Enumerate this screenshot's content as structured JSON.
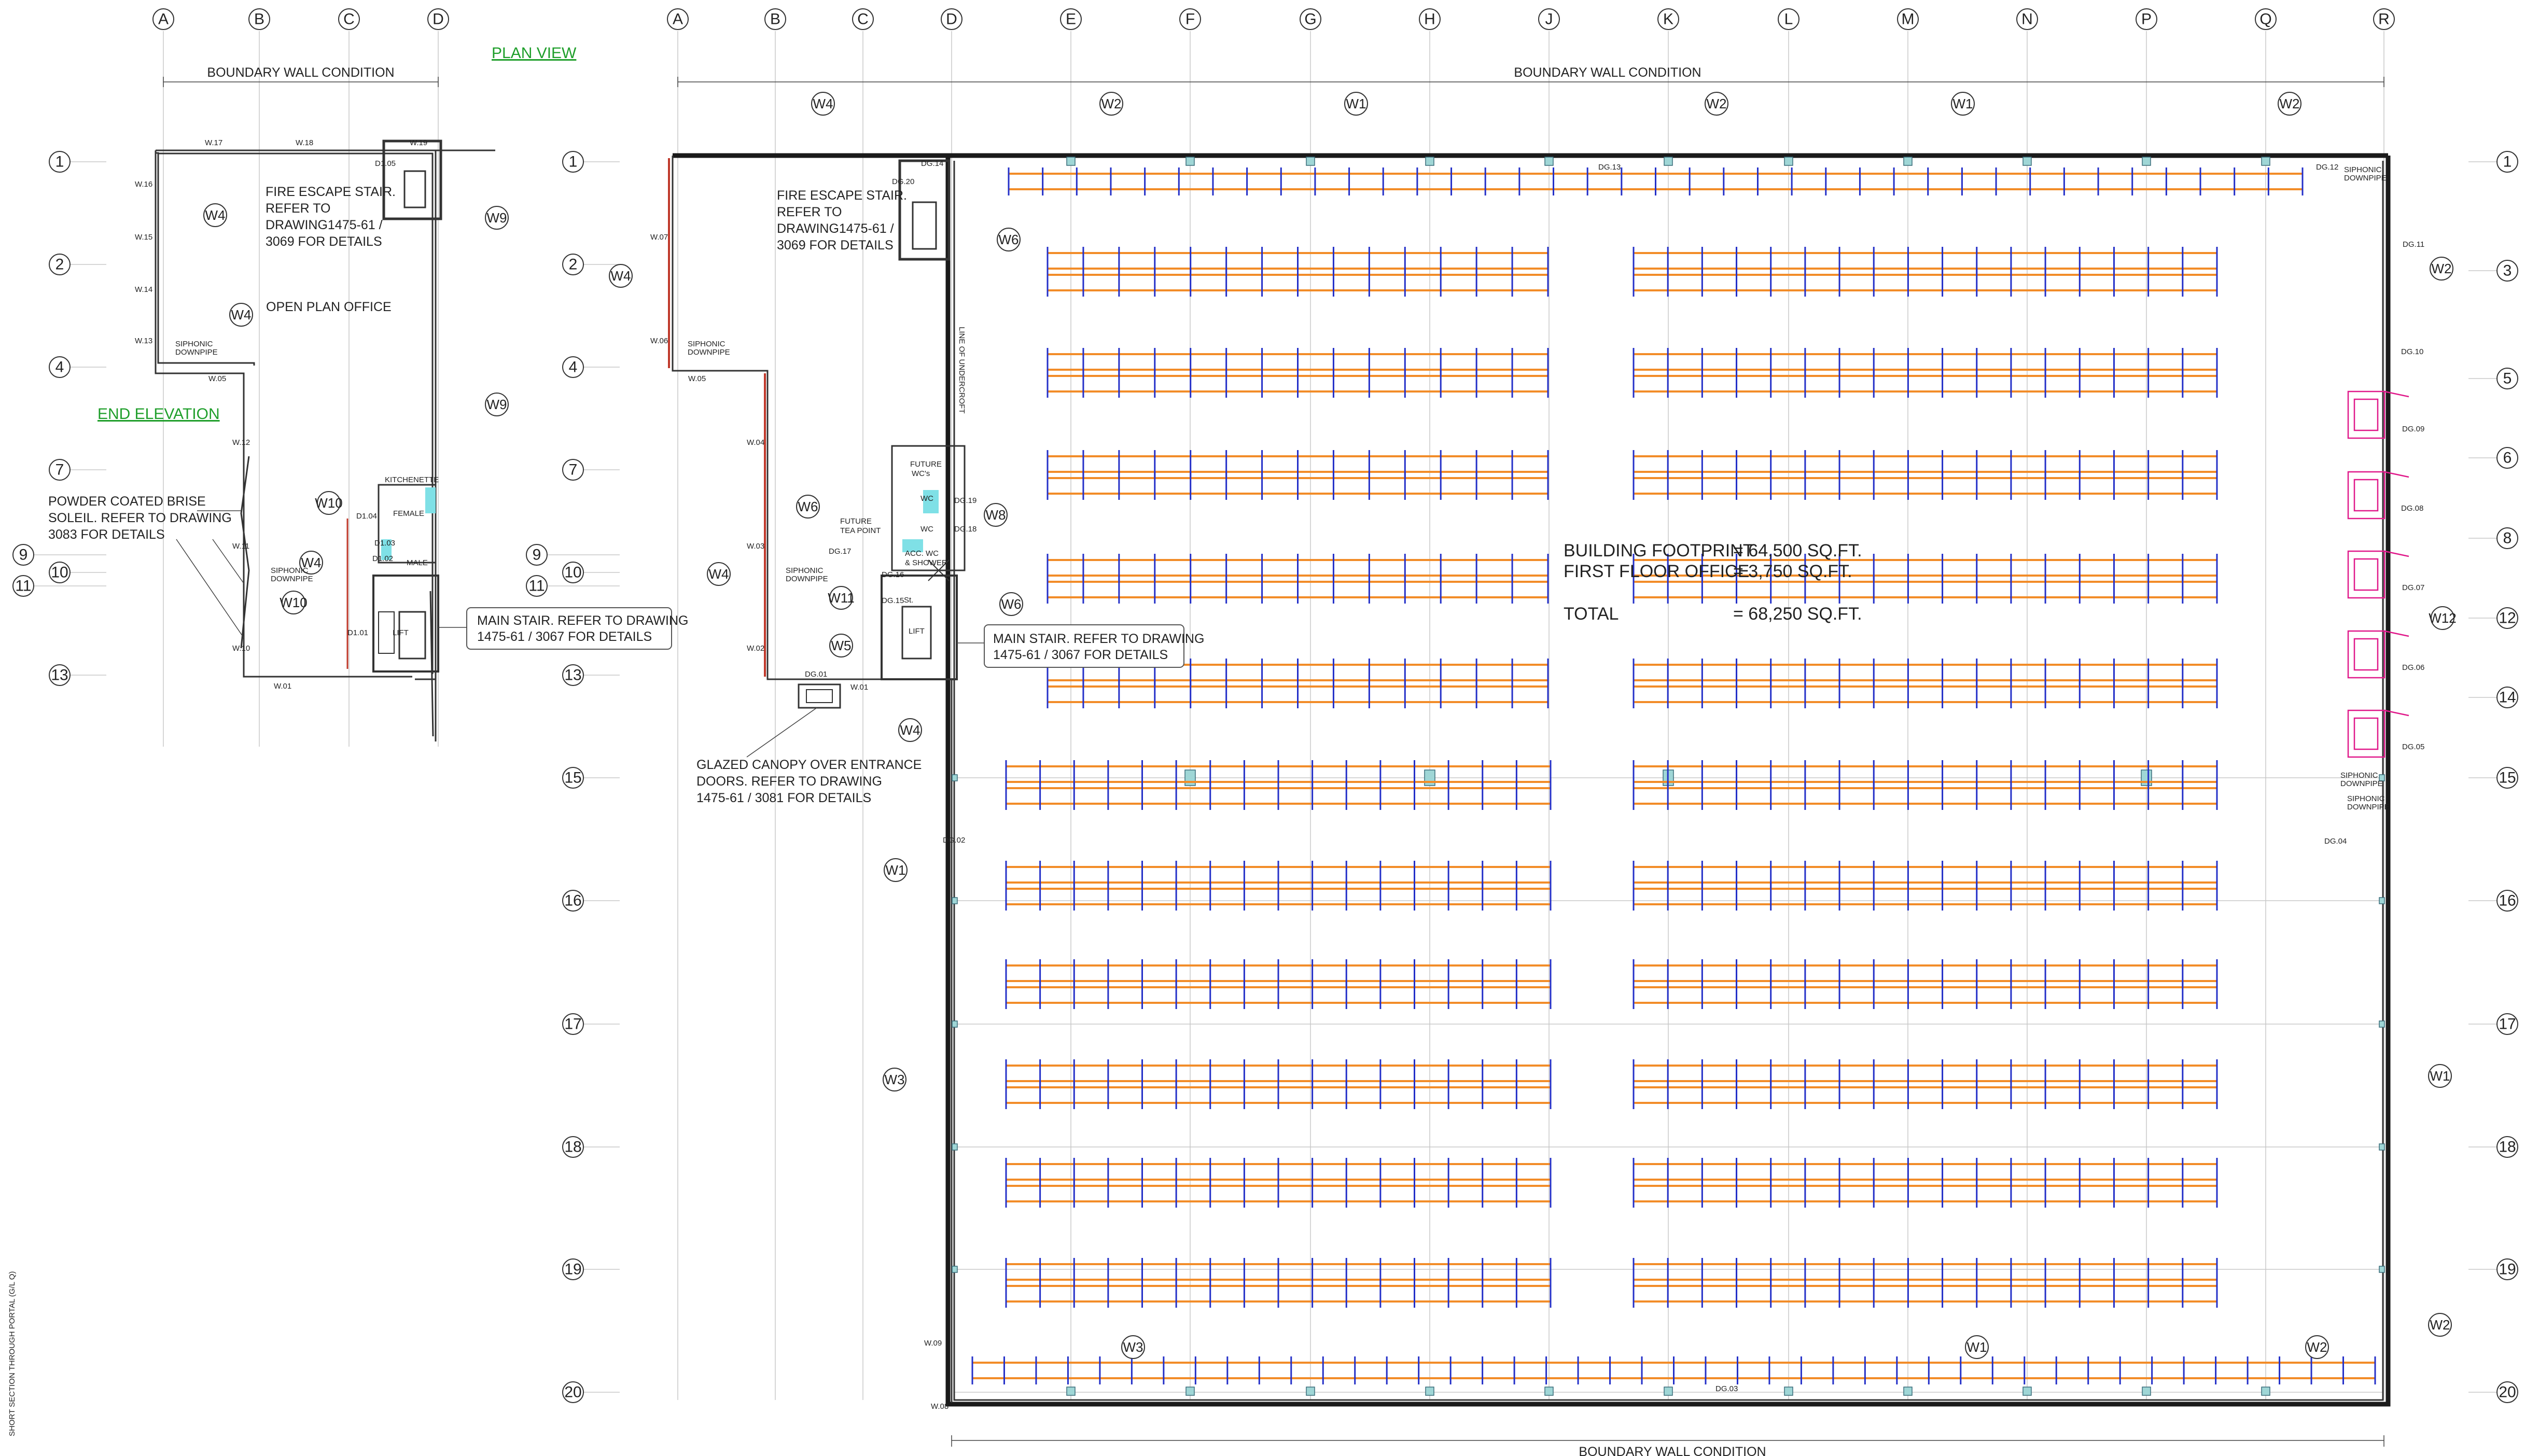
{
  "titles": {
    "plan_view": "PLAN VIEW",
    "end_elevation": "END ELEVATION",
    "boundary_top_left": "BOUNDARY WALL CONDITION",
    "boundary_top_main": "BOUNDARY WALL CONDITION",
    "boundary_bottom": "BOUNDARY WALL CONDITION",
    "side_vertical": "SHORT SECTION THROUGH PORTAL (G/L Q)"
  },
  "grid": {
    "left_cols": [
      "A",
      "B",
      "C",
      "D"
    ],
    "main_cols": [
      "A",
      "B",
      "C",
      "D",
      "E",
      "F",
      "G",
      "H",
      "J",
      "K",
      "L",
      "M",
      "N",
      "P",
      "Q",
      "R"
    ],
    "left_rows": [
      "1",
      "2",
      "4",
      "7",
      "9",
      "10",
      "11",
      "13"
    ],
    "main_rows_left": [
      "1",
      "2",
      "4",
      "7",
      "9",
      "10",
      "11",
      "13",
      "15",
      "16",
      "17",
      "18",
      "19",
      "20"
    ],
    "main_rows_right": [
      "1",
      "3",
      "5",
      "6",
      "8",
      "12",
      "14",
      "15",
      "16",
      "17",
      "18",
      "19",
      "20"
    ]
  },
  "areas": {
    "footprint_label": "BUILDING FOOTPRINT",
    "footprint_value": "= 64,500 SQ.FT.",
    "office_label": "FIRST FLOOR OFFICE",
    "office_value": "= 3,750 SQ.FT.",
    "total_label": "TOTAL",
    "total_value": "= 68,250 SQ.FT."
  },
  "notes": {
    "fire_stair_left": [
      "FIRE ESCAPE STAIR.",
      "REFER TO",
      "DRAWING1475-61 /",
      "3069 FOR DETAILS"
    ],
    "fire_stair_main": [
      "FIRE ESCAPE STAIR.",
      "REFER TO",
      "DRAWING1475-61 /",
      "3069 FOR DETAILS"
    ],
    "open_plan": "OPEN PLAN OFFICE",
    "brise": [
      "POWDER COATED BRISE",
      "SOLEIL. REFER TO DRAWING",
      "3083 FOR DETAILS"
    ],
    "main_stair_left": [
      "MAIN STAIR. REFER TO DRAWING",
      "1475-61 / 3067 FOR DETAILS"
    ],
    "main_stair_main": [
      "MAIN STAIR. REFER TO DRAWING",
      "1475-61 / 3067 FOR DETAILS"
    ],
    "canopy": [
      "GLAZED CANOPY OVER ENTRANCE",
      "DOORS. REFER TO DRAWING",
      "1475-61 / 3081 FOR DETAILS"
    ],
    "kitchenette": "KITCHENETTE",
    "female": "FEMALE",
    "male": "MALE",
    "lift": "LIFT",
    "future_wcs": [
      "FUTURE",
      "WC's"
    ],
    "future_tea": [
      "FUTURE",
      "TEA POINT"
    ],
    "wc": "WC",
    "acc_wc": [
      "ACC. WC",
      "& SHOWER"
    ],
    "st": "St.",
    "line_of_undercroft": "LINE OF UNDERCROFT",
    "siphonic": [
      "SIPHONIC",
      "DOWNPIPE"
    ]
  },
  "tags": {
    "left_plan": [
      "W4",
      "W9",
      "W4",
      "W9",
      "W10",
      "W4",
      "W10"
    ],
    "main_plan": [
      "W4",
      "W2",
      "W1",
      "W2",
      "W1",
      "W2",
      "W6",
      "W4",
      "W2",
      "W6",
      "W8",
      "W4",
      "W11",
      "W6",
      "W5",
      "W4",
      "W12",
      "W1",
      "W3",
      "W1",
      "W2",
      "W3",
      "W1",
      "W2"
    ]
  },
  "small_labels": {
    "left_windows": [
      "W.17",
      "W.18",
      "W.19",
      "W.16",
      "W.15",
      "W.14",
      "W.13",
      "W.05",
      "W.12",
      "W.11",
      "W.10",
      "W.01",
      "D1.05",
      "D1.04",
      "D1.03",
      "D1.02",
      "D1.01"
    ],
    "main_windows": [
      "W.07",
      "W.06",
      "W.05",
      "W.04",
      "W.03",
      "W.02",
      "W.01",
      "W.09",
      "W.08"
    ],
    "doors": [
      "DG.14",
      "DG.20",
      "DG.13",
      "DG.12",
      "DG.11",
      "DG.10",
      "DG.09",
      "DG.08",
      "DG.07",
      "DG.06",
      "DG.05",
      "DG.04",
      "DG.19",
      "DG.18",
      "DG.17",
      "DG.16",
      "DG.15",
      "DG.01",
      "DG.02",
      "DG.03"
    ]
  },
  "colors": {
    "rack_beam": "#f28c28",
    "rack_upright": "#2430c8",
    "wall": "#1a1a1a",
    "green_text": "#1e9e2a",
    "dock": "#e0198a",
    "red_wall": "#c0392b"
  }
}
